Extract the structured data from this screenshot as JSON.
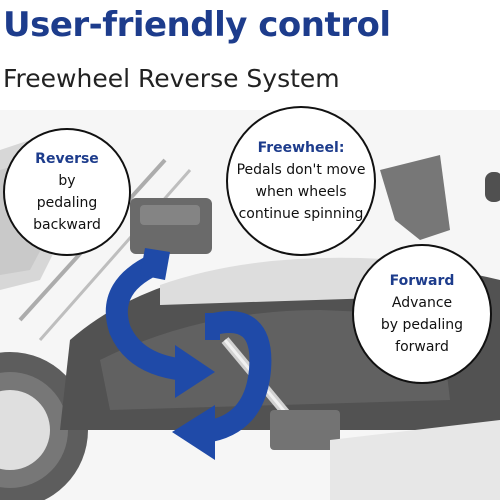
{
  "header": {
    "title": "User-friendly control",
    "subtitle": "Freewheel Reverse System"
  },
  "callouts": {
    "reverse": {
      "heading": "Reverse",
      "lines": [
        "by",
        "pedaling",
        "backward"
      ]
    },
    "freewheel": {
      "heading": "Freewheel:",
      "lines": [
        "Pedals don't move",
        "when wheels",
        "continue spinning"
      ]
    },
    "forward": {
      "heading": "Forward",
      "lines": [
        "Advance",
        "by pedaling",
        "forward"
      ]
    }
  },
  "colors": {
    "accent": "#1d3c8c",
    "arrow": "#1f4aa8",
    "text": "#111111"
  },
  "icons": {
    "rotation": "circular-arrows-icon"
  }
}
